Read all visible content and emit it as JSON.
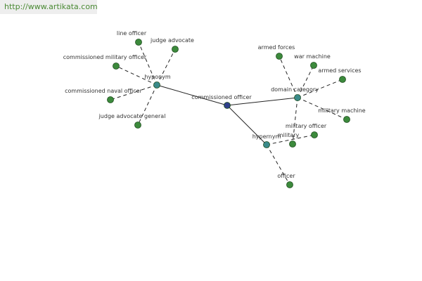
{
  "url": "http://www.artikata.com",
  "colors": {
    "edge": "#222222",
    "center_node": "#2f3f8a",
    "relation_node": "#3a8a8a",
    "leaf_node": "#3c8a3c",
    "node_stroke": "#1f4f1f",
    "link_text": "#4a8a34"
  },
  "graph": {
    "center": {
      "label": "commissioned officer"
    },
    "relations": [
      {
        "label": "hyponym",
        "leaves": [
          {
            "label": "line officer"
          },
          {
            "label": "judge advocate"
          },
          {
            "label": "commissioned military officer"
          },
          {
            "label": "commissioned naval officer"
          },
          {
            "label": "judge advocate general"
          }
        ]
      },
      {
        "label": "domain category",
        "leaves": [
          {
            "label": "armed forces"
          },
          {
            "label": "war machine"
          },
          {
            "label": "armed services"
          },
          {
            "label": "military machine"
          },
          {
            "label": "military"
          }
        ]
      },
      {
        "label": "hypernym",
        "leaves": [
          {
            "label": "military officer"
          },
          {
            "label": "officer"
          }
        ]
      }
    ]
  }
}
